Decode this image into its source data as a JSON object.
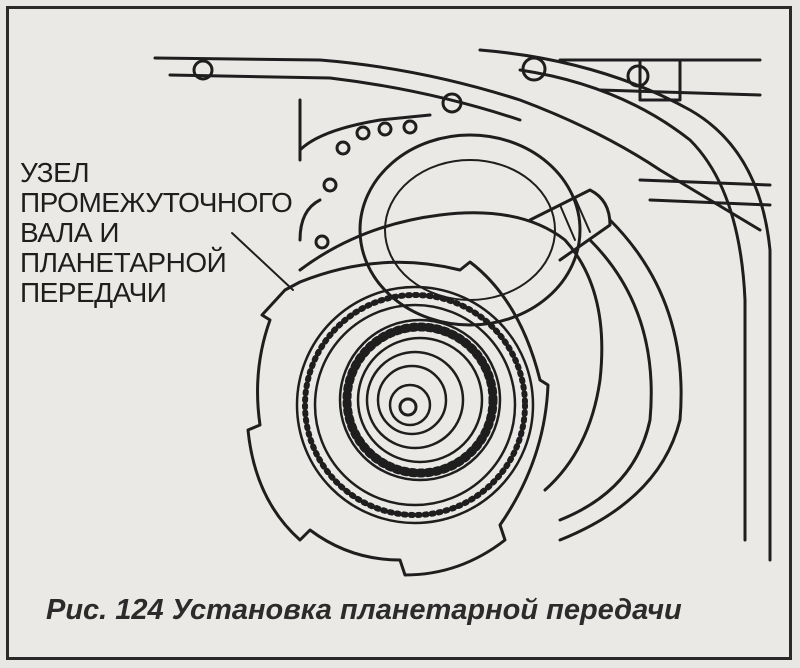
{
  "callout": {
    "lines": [
      "УЗЕЛ",
      "ПРОМЕЖУТОЧНОГО",
      "ВАЛА И",
      "ПЛАНЕТАРНОЙ",
      "ПЕРЕДАЧИ"
    ]
  },
  "caption": "Рис. 124 Установка планетарной передачи",
  "colors": {
    "ink": "#1e1e1e",
    "paper": "#ebe9e5",
    "border": "#2a2a2a"
  }
}
